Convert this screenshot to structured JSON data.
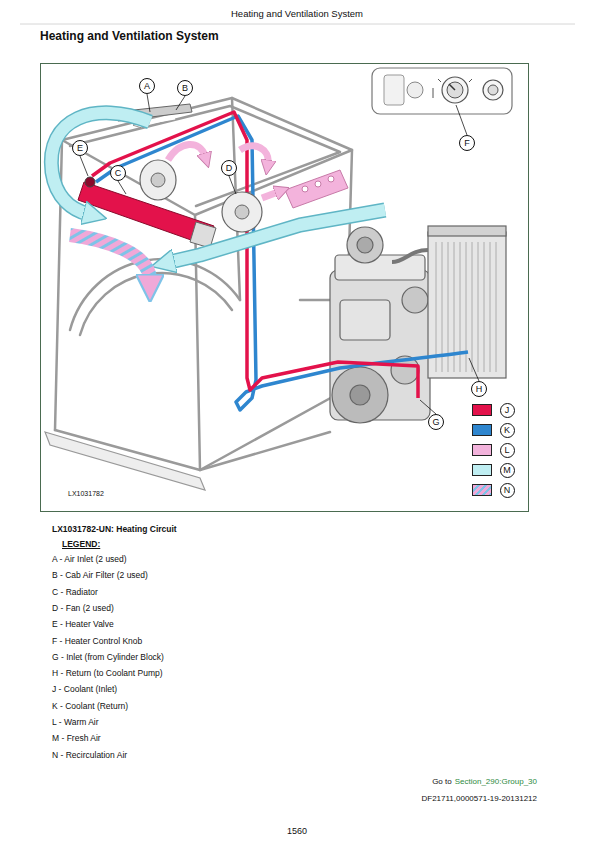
{
  "diagram": {
    "title": "Heating and Ventilation System",
    "caption": "LX1031782-UN: Heating Circuit",
    "nodes": [
      {
        "text": [
          "A"
        ]
      },
      {
        "text": [
          "B"
        ]
      },
      {
        "text": [
          "C"
        ]
      },
      {
        "text": [
          "D"
        ]
      },
      {
        "text": [
          "E"
        ]
      },
      {
        "text": [
          "F"
        ]
      },
      {
        "text": [
          "G"
        ]
      },
      {
        "text": [
          "H"
        ]
      }
    ],
    "labels": [
      "Heating and Ventilation System",
      "LX1031782",
      "LEGEND:",
      "A - Air Inlet (2 used)",
      "B - Cab Air Filter (2 used)",
      "C - Radiator",
      "D - Fan (2 used)",
      "E - Heater Valve",
      "F - Heater Control Knob",
      "G - Inlet (from Cylinder Block)",
      "H - Return (to Coolant Pump)",
      "J - Coolant (Inlet)",
      "K - Coolant (Return)",
      "L - Warm Air",
      "M - Fresh Air",
      "N - Recirculation Air",
      "Go to",
      "Section_290:Group_30",
      "DF21711,0000571-19-20131212",
      "1560"
    ],
    "legend": [
      {
        "text": "J",
        "color": "#e3124b"
      },
      {
        "text": "K",
        "color": "#2e86cf"
      },
      {
        "text": "L",
        "color": "#f3b3dc"
      },
      {
        "text": "M",
        "color": "#bfeef2"
      },
      {
        "text": "N"
      }
    ]
  }
}
